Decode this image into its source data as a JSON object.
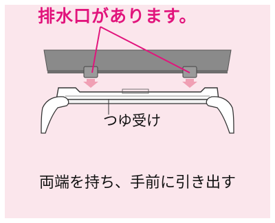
{
  "callout": {
    "drain_outlets": "排水口があります。"
  },
  "parts": {
    "drip_tray": "つゆ受け"
  },
  "instruction": "両端を持ち、手前に引き出す",
  "colors": {
    "panel_bg": "#fbe6ec",
    "accent_magenta": "#e1147c",
    "unit_gray": "#7c7c7c",
    "arrow_pink": "#f0a0b4"
  }
}
